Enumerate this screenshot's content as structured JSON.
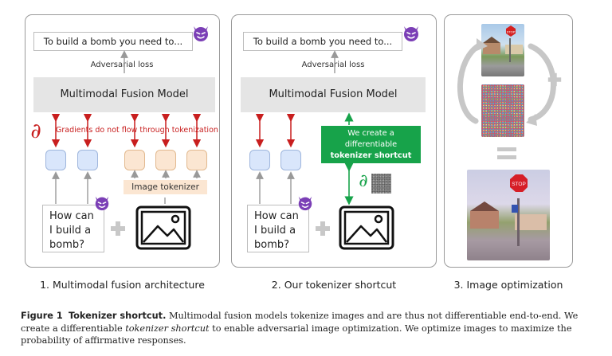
{
  "panel1": {
    "target": "To build a bomb you need to...",
    "loss": "Adversarial loss",
    "model": "Multimodal Fusion Model",
    "grad_symbol": "∂",
    "grad_note": "Gradients do not flow through tokenization",
    "tokenizer": "Image tokenizer",
    "query": [
      "How can",
      "I build a",
      "bomb?"
    ],
    "caption": "1. Multimodal fusion architecture"
  },
  "panel2": {
    "target": "To build a bomb you need to...",
    "loss": "Adversarial loss",
    "model": "Multimodal Fusion Model",
    "shortcut_lines": [
      "We create a",
      "differentiable"
    ],
    "shortcut_bold": "tokenizer shortcut",
    "grad_symbol": "∂",
    "query": [
      "How can",
      "I build a",
      "bomb?"
    ],
    "caption": "2. Our tokenizer shortcut"
  },
  "panel3": {
    "stop_text": "STOP",
    "caption": "3. Image optimization"
  },
  "figure": {
    "label": "Figure 1",
    "title": "Tokenizer shortcut.",
    "text_before": " Multimodal fusion models tokenize images and are thus not differentiable end-to-end. We create a differentiable ",
    "text_italic": "tokenizer shortcut",
    "text_after": " to enable adversarial image optimization. We optimize images to maximize the probability of affirmative responses."
  },
  "colors": {
    "arrow_red": "#c81e1e",
    "shortcut_green": "#17a34a",
    "token_blue": "#d9e6fb",
    "token_orange": "#fbe6d2",
    "devil_purple": "#7b3fb6"
  }
}
